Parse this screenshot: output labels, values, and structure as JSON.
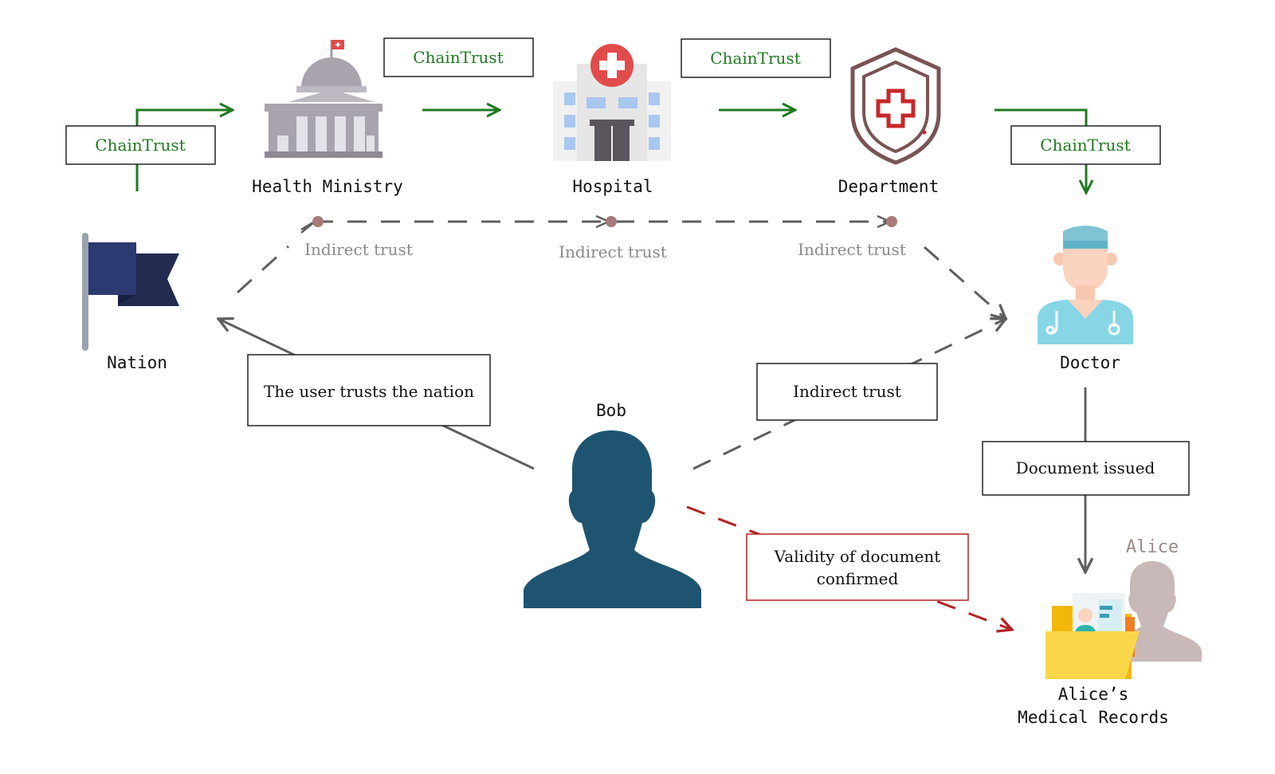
{
  "nodes": {
    "health_ministry": "Health Ministry",
    "hospital": "Hospital",
    "department": "Department",
    "nation": "Nation",
    "doctor": "Doctor",
    "bob": "Bob",
    "alice": "Alice",
    "records_line1": "Alice’s",
    "records_line2": "Medical Records"
  },
  "edges": {
    "chain_trust": "ChainTrust",
    "indirect_trust": "Indirect trust",
    "user_trusts_nation": "The user trusts the nation",
    "document_issued": "Document issued",
    "validity_line1": "Validity of document",
    "validity_line2": "confirmed"
  },
  "colors": {
    "chain_green": "#1f7a1f",
    "edge_grey": "#5f5f5f",
    "validity_red": "#b22222",
    "bob_silhouette": "#1f5470",
    "alice_silhouette": "#c9b8b8"
  },
  "icons": [
    "flag-icon",
    "government-building-icon",
    "hospital-icon",
    "shield-cross-icon",
    "doctor-icon",
    "person-silhouette-icon",
    "medical-folder-icon"
  ]
}
